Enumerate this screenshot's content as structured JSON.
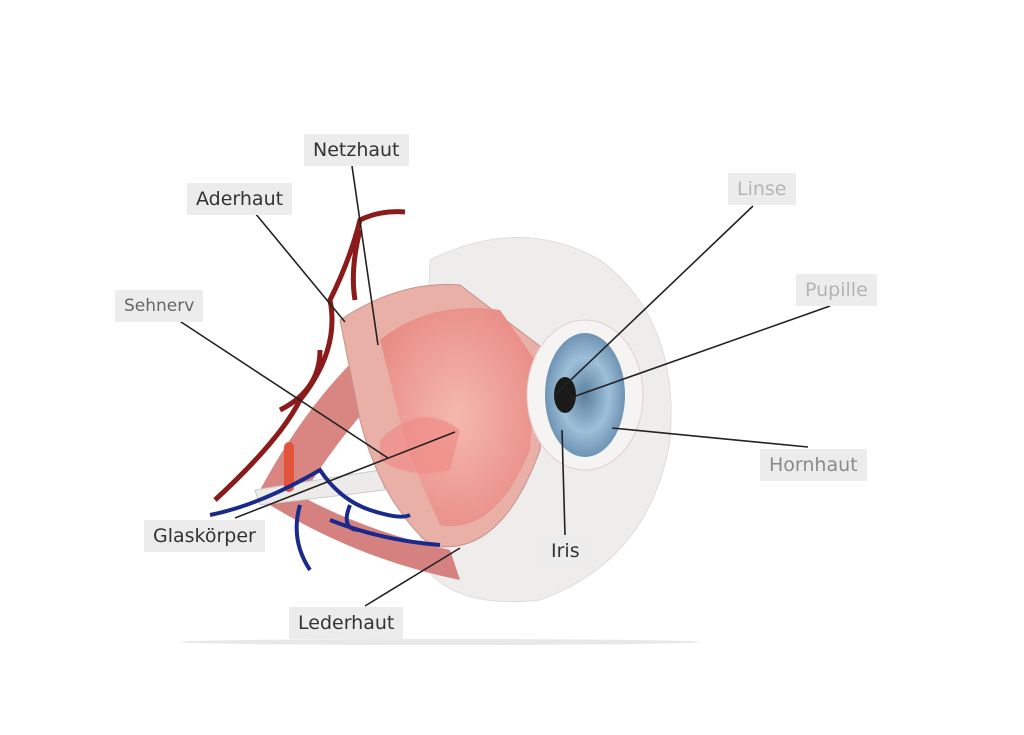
{
  "labels": {
    "netzhaut": "Netzhaut",
    "aderhaut": "Aderhaut",
    "sehnerv": "Sehnerv",
    "glaskoerper": "Glaskörper",
    "lederhaut": "Lederhaut",
    "iris": "Iris",
    "hornhaut": "Hornhaut",
    "pupille": "Pupille",
    "linse": "Linse"
  },
  "colors": {
    "label_bg": "#ececec",
    "leader_line": "#222222",
    "sclera": "#f1eeee",
    "retina": "#f0a8a0",
    "muscle": "#d97a78",
    "artery": "#8b1a1a",
    "vein": "#1a2a8c",
    "iris": "#8fb3cf"
  }
}
